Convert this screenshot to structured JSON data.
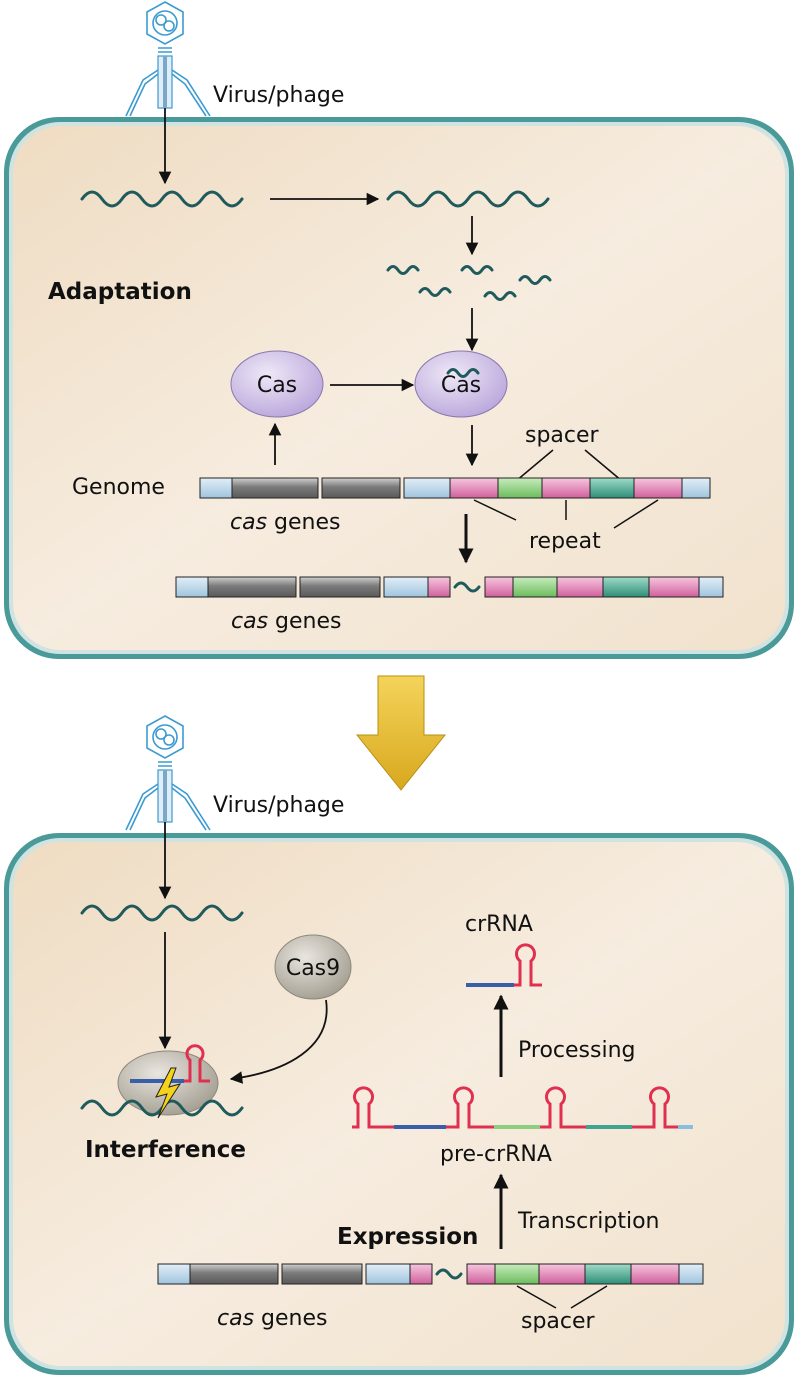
{
  "labels": {
    "virus_top": "Virus/phage",
    "virus_bottom": "Virus/phage",
    "adaptation": "Adaptation",
    "cas_left": "Cas",
    "cas_right": "Cas",
    "genome": "Genome",
    "cas_genes_1": "cas",
    "cas_genes_1_suffix": " genes",
    "cas_genes_2": "cas",
    "cas_genes_2_suffix": " genes",
    "cas_genes_3": "cas",
    "cas_genes_3_suffix": " genes",
    "spacer_top": "spacer",
    "repeat": "repeat",
    "cas9": "Cas9",
    "crrna": "crRNA",
    "processing": "Processing",
    "pre_crrna": "pre-crRNA",
    "interference": "Interference",
    "transcription": "Transcription",
    "expression": "Expression",
    "spacer_bottom": "spacer"
  },
  "colors": {
    "cell_fill": "#f3e6d2",
    "cell_border": "#4a9a9a",
    "dna": "#1f5a5c",
    "cas_protein": "#c9b8e2",
    "cas9_protein": "#b8b2a6",
    "gene_gray": "#8a8a8a",
    "segment_blue": "#b9d6ea",
    "repeat_pink": "#e07bb0",
    "spacer_green": "#8ccf7e",
    "spacer_teal": "#3fa58e",
    "rna_red": "#e0304f",
    "rna_blue": "#3a5fa8",
    "big_arrow": "#e3b72b",
    "phage": "#3b9bd1"
  }
}
